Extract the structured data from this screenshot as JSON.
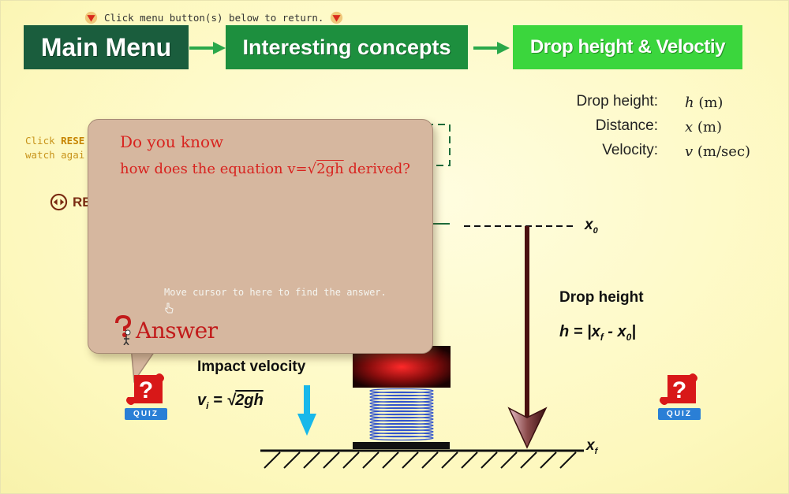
{
  "top_hint": {
    "text": "Click menu button(s) below to return."
  },
  "breadcrumb": {
    "main_menu": "Main Menu",
    "interesting_concepts": "Interesting concepts",
    "current": "Drop height & Veloctiy"
  },
  "legend": [
    {
      "label": "Drop height:",
      "symbol": "h",
      "unit": "(m)"
    },
    {
      "label": "Distance:",
      "symbol": "x",
      "unit": "(m)"
    },
    {
      "label": "Velocity:",
      "symbol": "v",
      "unit": "(m/sec)"
    }
  ],
  "reset_hint": {
    "line1_prefix": "Click ",
    "line1_bold": "RESE",
    "line2": "watch agai"
  },
  "reset_button": {
    "label": "RE"
  },
  "popup": {
    "line1": "Do you know",
    "line2_prefix": "how does the equation v=",
    "line2_radical": "2gh",
    "line2_suffix": " derived?",
    "hover_hint": "Move cursor to here to find the answer.",
    "answer_label": "Answer"
  },
  "diagram": {
    "drop_height_label": "Drop height",
    "drop_eq_prefix": "h = |x",
    "drop_eq_sub_f": "f",
    "drop_eq_mid": " - x",
    "drop_eq_sub_0": "0",
    "drop_eq_suffix": "|",
    "impact_label": "Impact velocity",
    "impact_eq_v": "v",
    "impact_eq_sub": "i",
    "impact_eq_eq": " = ",
    "impact_eq_radical": "2gh",
    "x0_main": "x",
    "x0_sub": "0",
    "xf_main": "x",
    "xf_sub": "f"
  },
  "quiz": {
    "label": "QUIZ"
  },
  "colors": {
    "background": "#fdf8bd",
    "main_menu": "#1a5d3d",
    "concepts": "#1d8f3e",
    "current": "#3bd63d",
    "popup": "#d6b79f",
    "popup_text": "#d8231f"
  }
}
